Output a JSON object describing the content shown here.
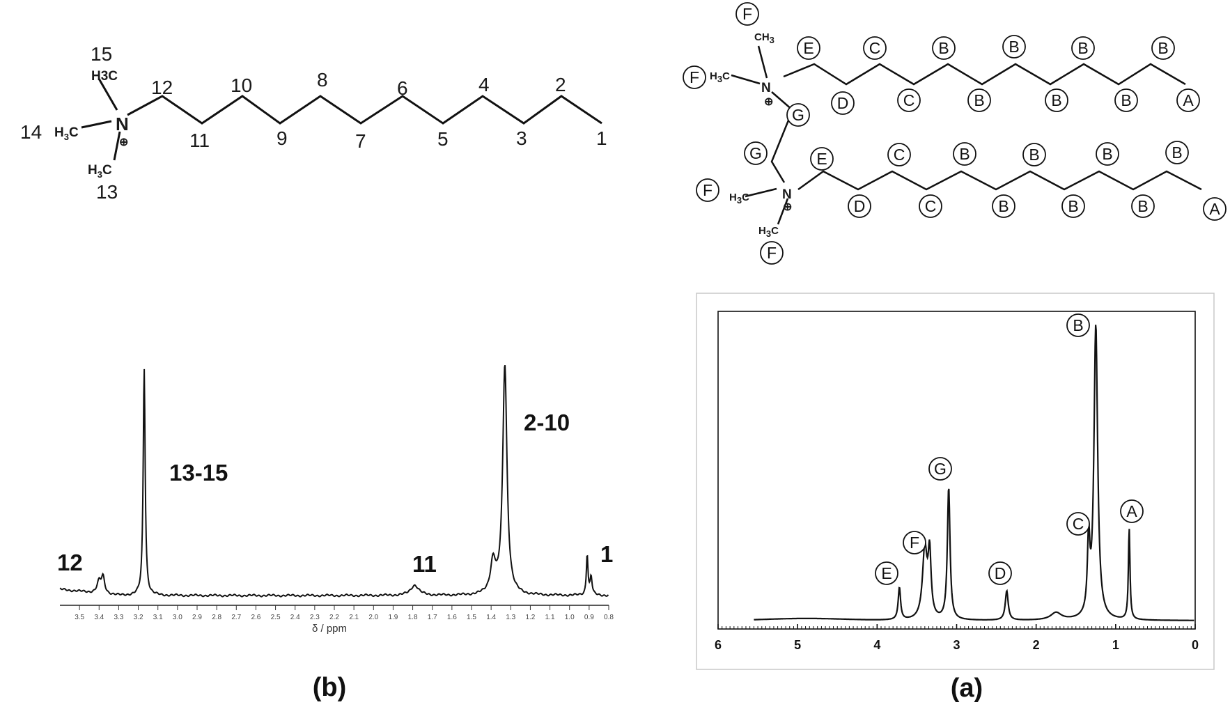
{
  "structure_b": {
    "atom_N": "N",
    "methyl_15": "H3C",
    "methyl_14_main": "H",
    "methyl_14_sub": "3",
    "methyl_14_tail": "C",
    "methyl_13_main": "H",
    "methyl_13_sub": "3",
    "methyl_13_tail": "C",
    "charge": "⊕",
    "labels": {
      "n15": "15",
      "n14": "14",
      "n13": "13",
      "n12": "12",
      "n11": "11",
      "n10": "10",
      "n9": "9",
      "n8": "8",
      "n7": "7",
      "n6": "6",
      "n5": "5",
      "n4": "4",
      "n3": "3",
      "n2": "2",
      "n1": "1"
    }
  },
  "structure_a": {
    "atom_N": "N",
    "ch3_main": "CH",
    "ch3_sub": "3",
    "h3c_main": "H",
    "h3c_sub": "3",
    "h3c_tail": "C",
    "charge": "⊕",
    "letters": {
      "A": "A",
      "B": "B",
      "C": "C",
      "D": "D",
      "E": "E",
      "F": "F",
      "G": "G"
    }
  },
  "chart_data": [
    {
      "type": "line",
      "panel": "(b)",
      "xlabel": "δ / ppm",
      "ylabel": "",
      "x_reversed": true,
      "xlim": [
        3.6,
        0.8
      ],
      "x_ticks": [
        "3.5",
        "3.4",
        "3.3",
        "3.2",
        "3.1",
        "3.0",
        "2.9",
        "2.8",
        "2.7",
        "2.6",
        "2.5",
        "2.4",
        "2.3",
        "2.2",
        "2.1",
        "2.0",
        "1.9",
        "1.8",
        "1.7",
        "1.6",
        "1.5",
        "1.4",
        "1.3",
        "1.2",
        "1.1",
        "1.0",
        "0.9",
        "0.8"
      ],
      "peaks": [
        {
          "shift": 3.4,
          "rel_height": 0.05
        },
        {
          "shift": 3.38,
          "rel_height": 0.07
        },
        {
          "shift": 3.17,
          "rel_height": 1.0
        },
        {
          "shift": 1.79,
          "rel_height": 0.045
        },
        {
          "shift": 1.39,
          "rel_height": 0.14
        },
        {
          "shift": 1.33,
          "rel_height": 1.01
        },
        {
          "shift": 0.91,
          "rel_height": 0.18
        },
        {
          "shift": 0.89,
          "rel_height": 0.08
        }
      ],
      "annotations": [
        {
          "text": "12",
          "shift": 3.4
        },
        {
          "text": "13-15",
          "shift": 3.17
        },
        {
          "text": "11",
          "shift": 1.79
        },
        {
          "text": "2-10",
          "shift": 1.33
        },
        {
          "text": "1",
          "shift": 0.9
        }
      ],
      "caption": "(b)"
    },
    {
      "type": "line",
      "panel": "(a)",
      "xlabel": "",
      "ylabel": "",
      "x_reversed": true,
      "xlim": [
        6,
        0
      ],
      "x_ticks": [
        "6",
        "5",
        "4",
        "3",
        "2",
        "1",
        "0"
      ],
      "peaks": [
        {
          "shift": 3.72,
          "rel_height": 0.11,
          "label": "E"
        },
        {
          "shift": 3.4,
          "rel_height": 0.24,
          "label": "F"
        },
        {
          "shift": 3.34,
          "rel_height": 0.21
        },
        {
          "shift": 3.1,
          "rel_height": 0.45,
          "label": "G"
        },
        {
          "shift": 2.37,
          "rel_height": 0.1,
          "label": "D"
        },
        {
          "shift": 1.75,
          "rel_height": 0.025
        },
        {
          "shift": 1.34,
          "rel_height": 0.25,
          "label": "C"
        },
        {
          "shift": 1.25,
          "rel_height": 1.0,
          "label": "B"
        },
        {
          "shift": 0.83,
          "rel_height": 0.31,
          "label": "A"
        }
      ],
      "caption": "(a)"
    }
  ]
}
